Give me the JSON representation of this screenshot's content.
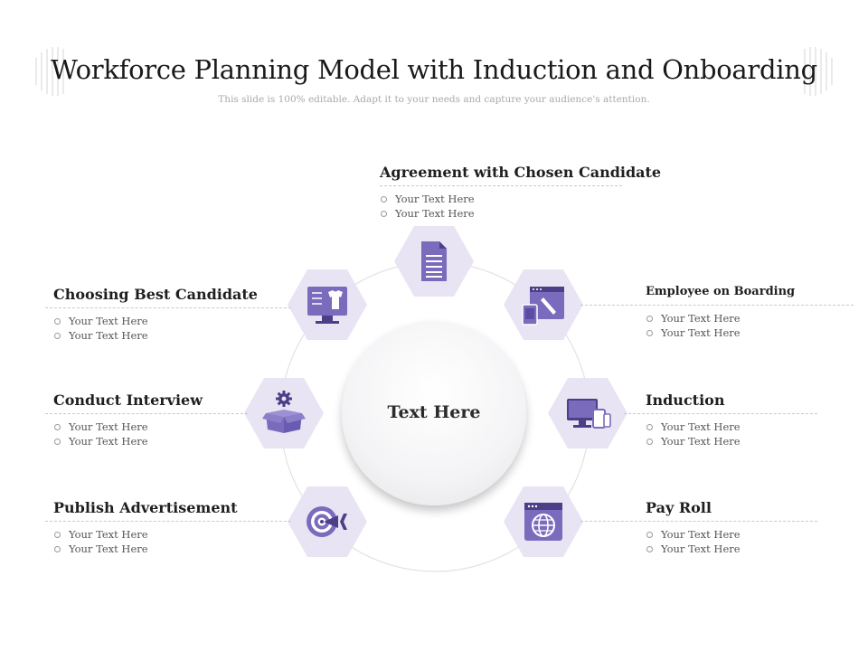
{
  "header": {
    "title": "Workforce Planning Model with Induction and Onboarding",
    "subtitle": "This slide is 100% editable. Adapt it to your needs and capture your audience's attention."
  },
  "center": {
    "label": "Text Here"
  },
  "steps": [
    {
      "heading": "Agreement with Chosen Candidate",
      "icon": "document-icon",
      "bullets": [
        "Your Text Here",
        "Your Text Here"
      ]
    },
    {
      "heading": "Employee on Boarding",
      "icon": "design-tools-icon",
      "bullets": [
        "Your Text Here",
        "Your Text Here"
      ]
    },
    {
      "heading": "Induction",
      "icon": "devices-icon",
      "bullets": [
        "Your Text Here",
        "Your Text Here"
      ]
    },
    {
      "heading": "Pay Roll",
      "icon": "globe-browser-icon",
      "bullets": [
        "Your Text Here",
        "Your Text Here"
      ]
    },
    {
      "heading": "Publish Advertisement",
      "icon": "target-icon",
      "bullets": [
        "Your Text Here",
        "Your Text Here"
      ]
    },
    {
      "heading": "Conduct Interview",
      "icon": "box-gear-icon",
      "bullets": [
        "Your Text Here",
        "Your Text Here"
      ]
    },
    {
      "heading": "Choosing Best Candidate",
      "icon": "monitor-shirt-icon",
      "bullets": [
        "Your Text Here",
        "Your Text Here"
      ]
    }
  ],
  "colors": {
    "accent": "#7b6bbd",
    "accent_dark": "#4c3f88",
    "hex_fill": "#e8e4f3"
  }
}
